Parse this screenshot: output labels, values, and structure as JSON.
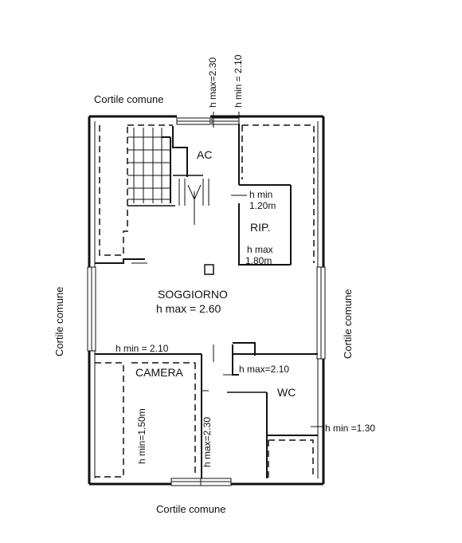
{
  "labels": {
    "courtyard_top": "Cortile comune",
    "courtyard_bottom": "Cortile comune",
    "courtyard_left": "Cortile comune",
    "courtyard_right": "Cortile comune",
    "h_max_top": "h max=2.30",
    "h_min_top": "h min = 2.10",
    "ac": "AC",
    "rip_hmin_1": "h min",
    "rip_hmin_2": "1.20m",
    "rip": "RIP.",
    "rip_hmax_1": "h max",
    "rip_hmax_2": "1.80m",
    "soggiorno": "SOGGIORNO",
    "soggiorno_hmax": "h max = 2.60",
    "hmin_210": "h min = 2.10",
    "camera": "CAMERA",
    "camera_hmin_vertical": "h min=1.50m",
    "camera_hmax_vertical": "h max=2.30",
    "hmax_210": "h max=2.10",
    "wc": "WC",
    "hmin_130": "h min =1.30"
  }
}
